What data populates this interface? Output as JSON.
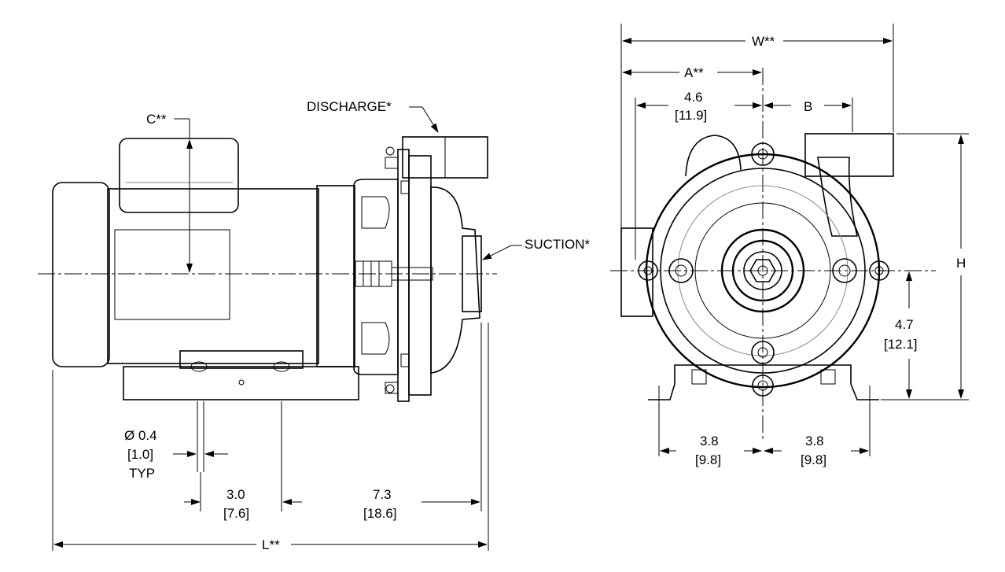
{
  "side_view": {
    "labels": {
      "c": "C**",
      "discharge": "DISCHARGE*",
      "suction": "SUCTION*",
      "hole_dia": "Ø 0.4",
      "hole_dia_metric": "[1.0]",
      "hole_typ": "TYP",
      "dim_3_0": "3.0",
      "dim_3_0_metric": "[7.6]",
      "dim_7_3": "7.3",
      "dim_7_3_metric": "[18.6]",
      "length": "L**"
    }
  },
  "front_view": {
    "labels": {
      "width": "W**",
      "a": "A**",
      "dim_4_6": "4.6",
      "dim_4_6_metric": "[11.9]",
      "b": "B",
      "h": "H",
      "dim_4_7": "4.7",
      "dim_4_7_metric": "[12.1]",
      "dim_3_8_left": "3.8",
      "dim_3_8_left_metric": "[9.8]",
      "dim_3_8_right": "3.8",
      "dim_3_8_right_metric": "[9.8]"
    }
  }
}
